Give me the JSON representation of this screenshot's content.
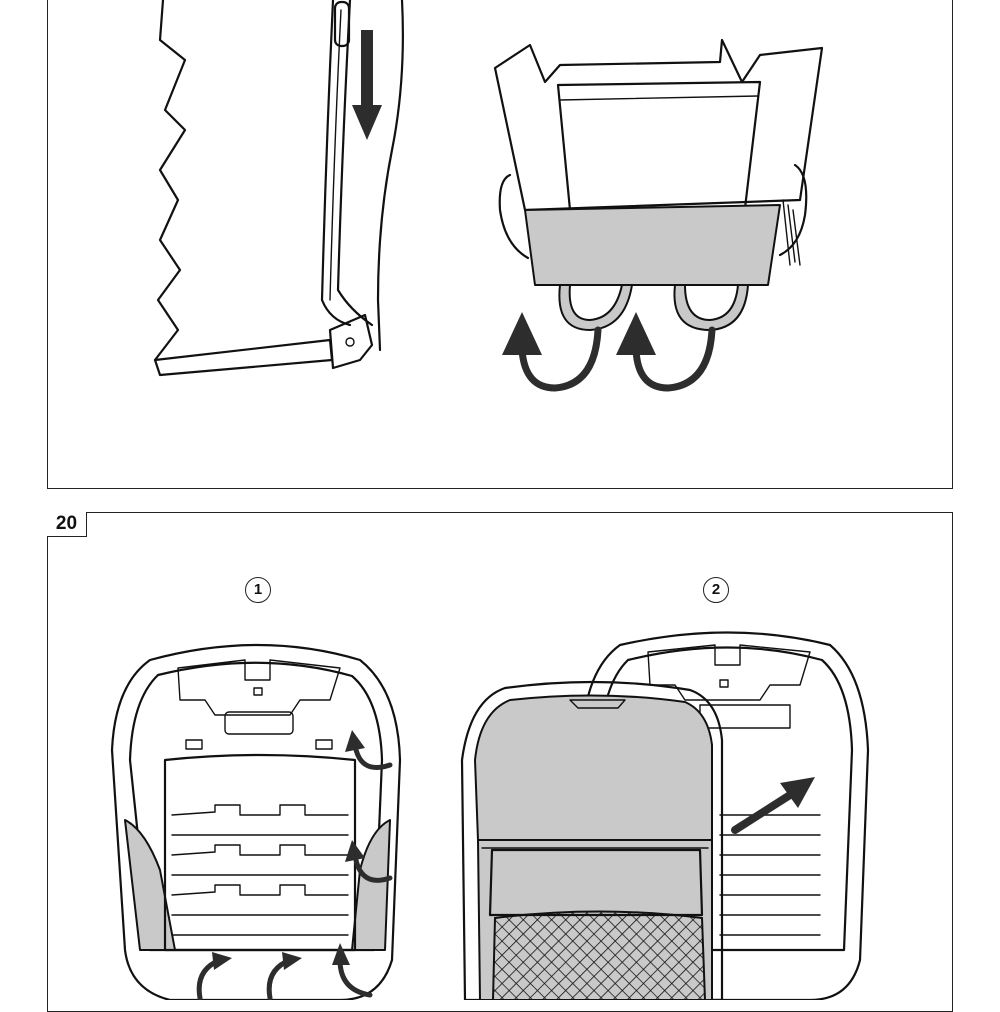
{
  "step": {
    "number": "20"
  },
  "figures": [
    {
      "marker": "1"
    },
    {
      "marker": "2"
    }
  ],
  "colors": {
    "line": "#111111",
    "fabric_gray": "#c9c9c9",
    "arrow": "#2d2d2d",
    "background": "#ffffff"
  }
}
